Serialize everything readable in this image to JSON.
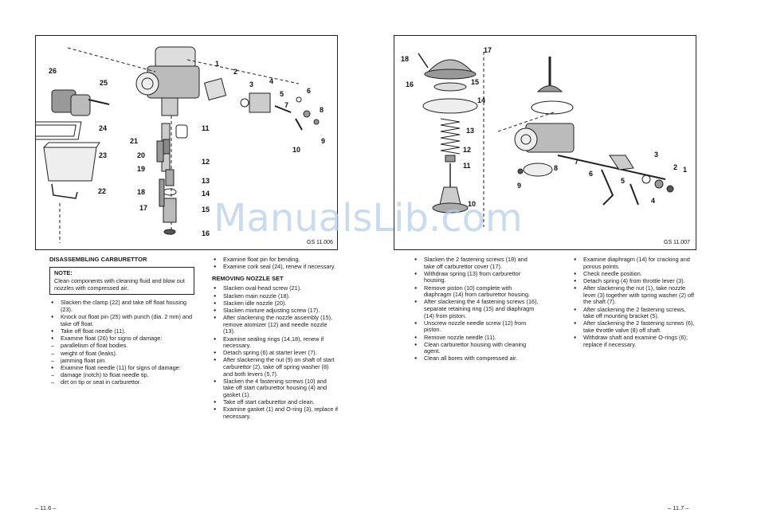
{
  "watermark": "ManualsLib.com",
  "left_figure": {
    "code": "GS 11.006",
    "callouts": [
      "1",
      "2",
      "3",
      "4",
      "5",
      "6",
      "7",
      "8",
      "9",
      "10",
      "11",
      "12",
      "13",
      "14",
      "15",
      "16",
      "17",
      "18",
      "19",
      "20",
      "21",
      "22",
      "23",
      "24",
      "25",
      "26"
    ]
  },
  "right_figure": {
    "code": "GS 11.007",
    "callouts": [
      "1",
      "2",
      "3",
      "4",
      "5",
      "6",
      "7",
      "8",
      "9",
      "10",
      "11",
      "12",
      "13",
      "14",
      "15",
      "16",
      "17",
      "18"
    ]
  },
  "col1": {
    "heading": "DISASSEMBLING CARBURETTOR",
    "note_title": "NOTE:",
    "note_text": "Clean components with cleaning fluid and blow out nozzles with compressed air.",
    "items": [
      {
        "t": "bullet",
        "text": "Slacken the clamp (22) and take off float housing (23)."
      },
      {
        "t": "bullet",
        "text": "Knock out float pin (25) with punch (dia. 2 mm) and take off float."
      },
      {
        "t": "bullet",
        "text": "Take off float needle (11)."
      },
      {
        "t": "bullet",
        "text": "Examine float (26) for signs of damage:"
      },
      {
        "t": "dash",
        "text": "parallelism of float bodies."
      },
      {
        "t": "dash",
        "text": "weight of float (leaks)."
      },
      {
        "t": "dash",
        "text": "jamming float pin."
      },
      {
        "t": "bullet",
        "text": "Examine float needle (11) for signs of damage:"
      },
      {
        "t": "dash",
        "text": "damage (notch) to float needle tip."
      },
      {
        "t": "dash",
        "text": "dirt on tip or seat in carburettor."
      }
    ]
  },
  "col2": {
    "items_top": [
      {
        "t": "bullet",
        "text": "Examine float pin for bending."
      },
      {
        "t": "bullet",
        "text": "Examine cork seal (24), renew if necessary."
      }
    ],
    "heading": "REMOVING NOZZLE SET",
    "items": [
      {
        "t": "bullet",
        "text": "Slacken oval-head screw (21)."
      },
      {
        "t": "bullet",
        "text": "Slacken main nozzle (18)."
      },
      {
        "t": "bullet",
        "text": "Slacken idle nozzle (20)."
      },
      {
        "t": "bullet",
        "text": "Slacken mixture adjusting screw (17)."
      },
      {
        "t": "bullet",
        "text": "After slackening the nozzle assembly (15), remove atomizer (12) and needle nozzle (13)."
      },
      {
        "t": "bullet",
        "text": "Examine sealing rings (14,18), renew if necessary."
      },
      {
        "t": "bullet",
        "text": "Detach spring (6) at starter lever (7)."
      },
      {
        "t": "bullet",
        "text": "After slackening the nut (9) on shaft of start carburettor (2), take off spring washer (8) and both levers (5,7)."
      },
      {
        "t": "bullet",
        "text": "Slacken the 4 fastening screws (10) and take off start carburettor housing (4) and gasket (1)."
      },
      {
        "t": "bullet",
        "text": "Take off start carburettor and clean."
      },
      {
        "t": "bullet",
        "text": "Examine gasket (1) and O-ring (3), replace if necessary."
      }
    ]
  },
  "col3": {
    "items": [
      {
        "t": "bullet",
        "text": "Slacken the 2 fastening screws (18) and take off carburettor cover (17)."
      },
      {
        "t": "bullet",
        "text": "Withdraw spring (13) from carburettor housing."
      },
      {
        "t": "bullet",
        "text": "Remove piston (10) complete with diaphragm (14) from carburettor housing."
      },
      {
        "t": "bullet",
        "text": "After slackening the 4 fastening screws (16), separate retaining ring (15) and diaphragm (14) from piston."
      },
      {
        "t": "bullet",
        "text": "Unscrew nozzle needle screw (12) from piston."
      },
      {
        "t": "bullet",
        "text": "Remove nozzle needle (11)."
      },
      {
        "t": "bullet",
        "text": "Clean carburettor housing with cleaning agent."
      },
      {
        "t": "bullet",
        "text": "Clean all bores with compressed air."
      }
    ]
  },
  "col4": {
    "items": [
      {
        "t": "bullet",
        "text": "Examine diaphragm (14) for cracking and porous points."
      },
      {
        "t": "bullet",
        "text": "Check needle position."
      },
      {
        "t": "bullet",
        "text": "Detach spring (4) from throttle lever (3)."
      },
      {
        "t": "bullet",
        "text": "After slackening the nut (1), take nozzle lever (3) together with spring washer (2) off the shaft (7)."
      },
      {
        "t": "bullet",
        "text": "After slackening the 2 fastening screws, take off mounting bracket (5)."
      },
      {
        "t": "bullet",
        "text": "After slackening the 2 fastening screws (6), take throttle valve (8) off shaft."
      },
      {
        "t": "bullet",
        "text": "Withdraw shaft and examine O-rings (6); replace if necessary."
      }
    ]
  },
  "page_left": "– 11.6 –",
  "page_right": "– 11.7 –"
}
